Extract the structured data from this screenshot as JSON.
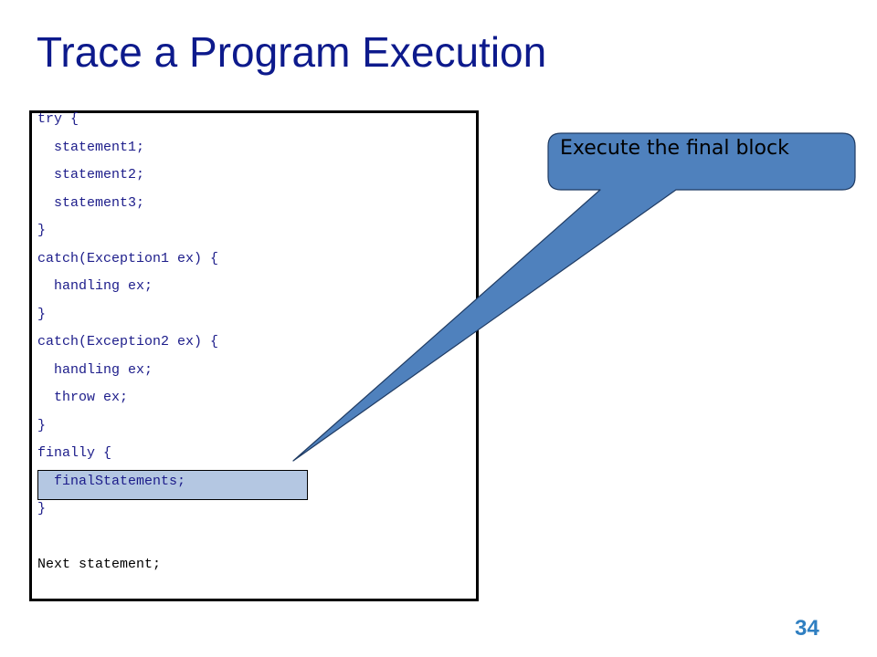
{
  "slide": {
    "title": "Trace a Program Execution",
    "page_number": "34"
  },
  "code": {
    "lines": [
      "try {",
      "  statement1;",
      "  statement2;",
      "  statement3;",
      "}",
      "catch(Exception1 ex) {",
      "  handling ex;",
      "}",
      "catch(Exception2 ex) {",
      "  handling ex;",
      "  throw ex;",
      "}",
      "finally {",
      "  finalStatements;",
      "}",
      "Next statement;"
    ],
    "highlighted_line_index": 13
  },
  "callout": {
    "text": "Execute the final block",
    "fill_color": "#4f81bd",
    "stroke_color": "#1f3b63"
  },
  "colors": {
    "title": "#0d1a8c",
    "code_text": "#1c1c8a",
    "highlight": "#b4c7e2",
    "page_number": "#2f7fc1"
  }
}
